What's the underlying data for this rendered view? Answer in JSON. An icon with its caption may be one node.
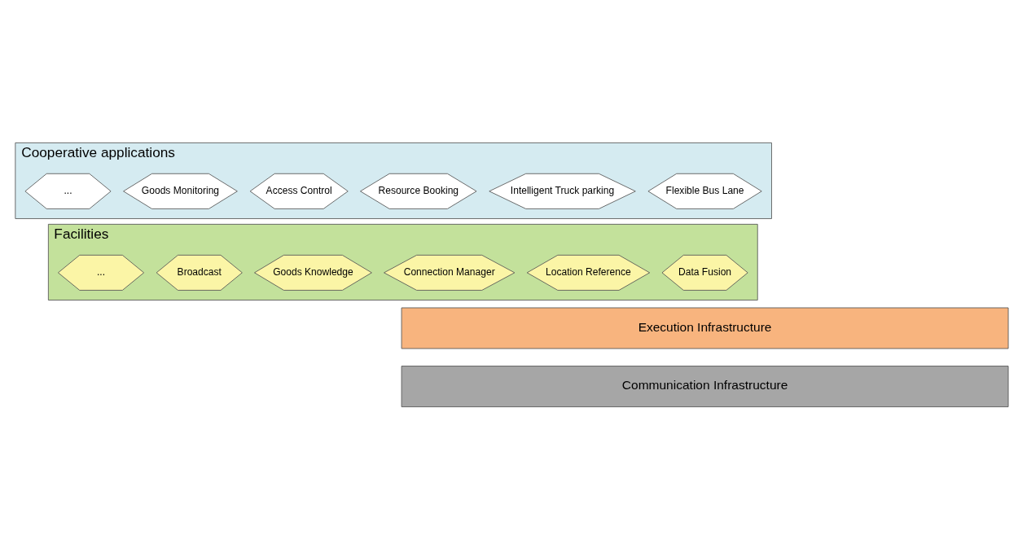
{
  "diagram": {
    "nodes": [
      {
        "text": [
          "Cooperative applications"
        ]
      },
      {
        "text": [
          "Flexible Bus Lane"
        ],
        "in": 0
      },
      {
        "text": [
          "Intelligent Truck parking"
        ],
        "in": 0
      },
      {
        "text": [
          "Resource Booking"
        ],
        "in": 0
      },
      {
        "text": [
          "Access Control"
        ],
        "in": 0
      },
      {
        "text": [
          "Goods Monitoring"
        ],
        "in": 0
      },
      {
        "text": [
          "..."
        ],
        "in": 0
      },
      {
        "text": [
          "Facilities"
        ]
      },
      {
        "text": [
          "Data Fusion"
        ],
        "in": 7
      },
      {
        "text": [
          "Location Reference"
        ],
        "in": 7
      },
      {
        "text": [
          "Connection Manager"
        ],
        "in": 7
      },
      {
        "text": [
          "Goods Knowledge"
        ],
        "in": 7
      },
      {
        "text": [
          "Broadcast"
        ],
        "in": 7
      },
      {
        "text": [
          "..."
        ],
        "in": 7
      },
      {
        "text": [
          "Execution Infrastructure"
        ]
      },
      {
        "text": [
          "Communication Infrastructure"
        ]
      }
    ],
    "edges": []
  }
}
